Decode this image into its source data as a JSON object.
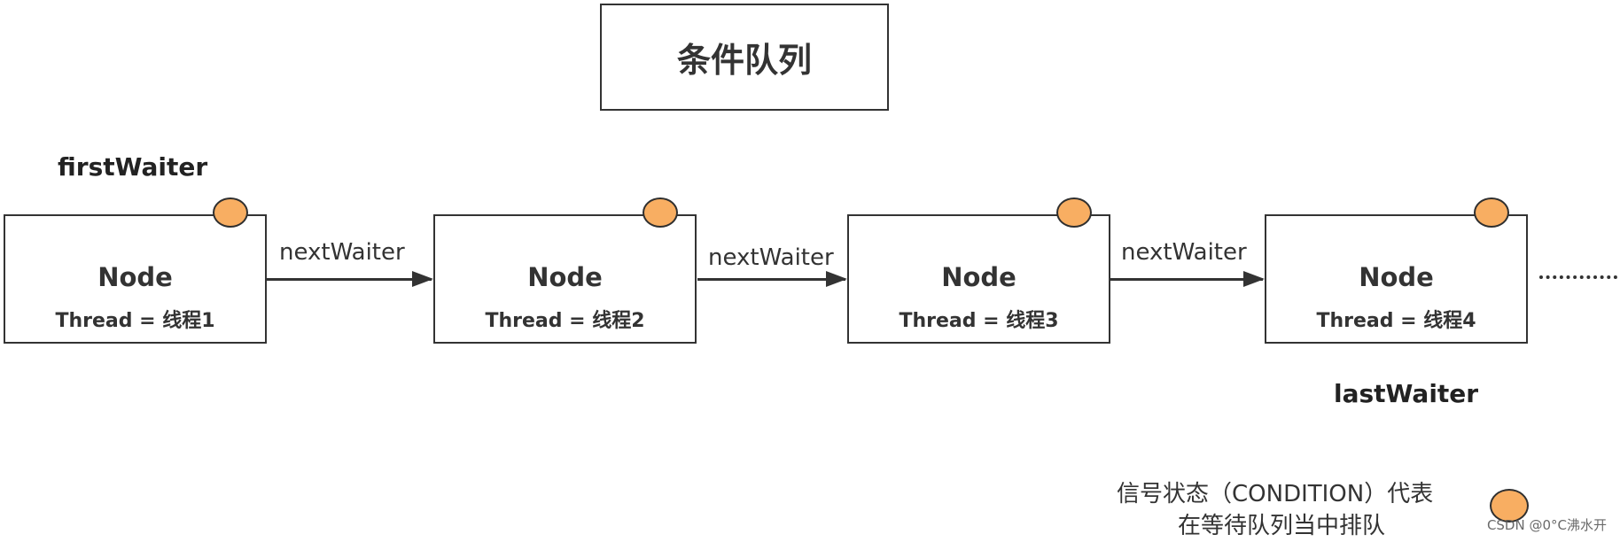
{
  "title": "条件队列",
  "pointers": {
    "first": "firstWaiter",
    "last": "lastWaiter"
  },
  "nodes": [
    {
      "label": "Node",
      "thread": "Thread = 线程1"
    },
    {
      "label": "Node",
      "thread": "Thread = 线程2"
    },
    {
      "label": "Node",
      "thread": "Thread = 线程3"
    },
    {
      "label": "Node",
      "thread": "Thread = 线程4"
    }
  ],
  "links": [
    {
      "label": "nextWaiter"
    },
    {
      "label": "nextWaiter"
    },
    {
      "label": "nextWaiter"
    }
  ],
  "continuation": "·········",
  "legend": {
    "line1": "信号状态（CONDITION）代表",
    "line2": "在等待队列当中排队",
    "marker_color": "#f8ae62"
  },
  "watermark": "CSDN @0°C沸水开",
  "colors": {
    "node_border": "#333333",
    "state_marker": "#f8ae62"
  }
}
